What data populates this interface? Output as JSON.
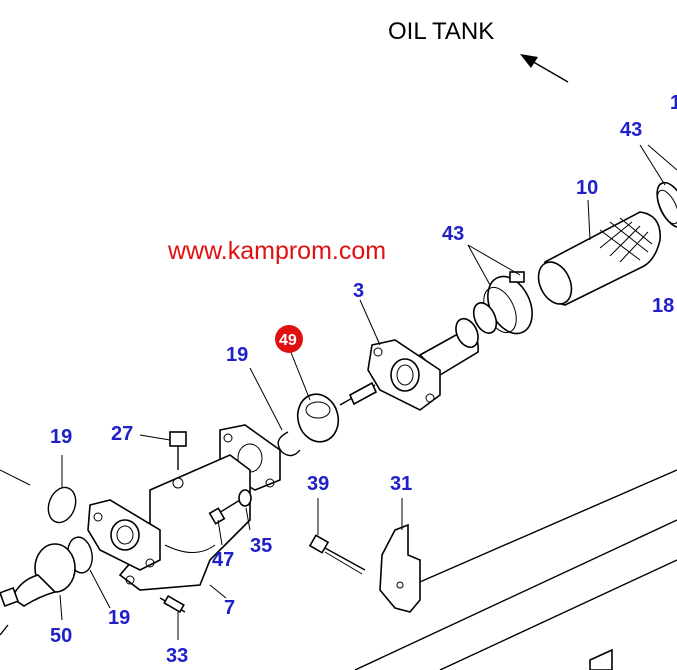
{
  "diagram": {
    "title": "OIL TANK",
    "watermark": "www.kamprom.com",
    "highlight_color": "#e01010",
    "label_color": "#2020c8",
    "highlighted_part": "49",
    "labels": {
      "p1": "1",
      "p3": "3",
      "p7": "7",
      "p10": "10",
      "p18": "18",
      "p19a": "19",
      "p19b": "19",
      "p19c": "19",
      "p27": "27",
      "p31": "31",
      "p33": "33",
      "p35": "35",
      "p39": "39",
      "p43a": "43",
      "p43b": "43",
      "p47": "47",
      "p49": "49",
      "p50": "50"
    }
  }
}
